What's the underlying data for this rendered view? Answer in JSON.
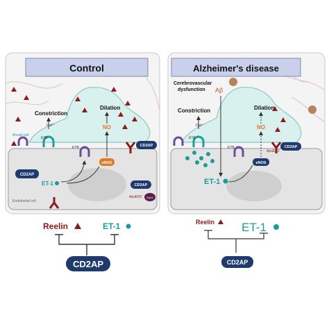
{
  "panels": {
    "left": {
      "title": "Control",
      "labels": {
        "constriction": "Constriction",
        "dilation": "Dilation",
        "ca": "Ca²⁺",
        "mural_cell": "Mural cell",
        "eta": "ETA",
        "etb": "ETB",
        "no": "NO",
        "enos": "eNOS",
        "et1": "ET-1",
        "cd2ap_box": "CD2AP",
        "cd2ap_right": "CD2AP",
        "cd2ap_bottom": "CD2AP",
        "apoer2": "ApoER2",
        "dab1": "Dab1",
        "endothelial_cell": "Endothelial cell"
      },
      "legend": {
        "reelin": "Reelin",
        "et1": "ET-1",
        "cd2ap": "CD2AP"
      }
    },
    "right": {
      "title": "Alzheimer's disease",
      "labels": {
        "cerebrovascular": "Cerebrovascular",
        "dysfunction": "dysfunction",
        "abeta": "Aβ",
        "constriction": "Constriction",
        "dilation": "Dilation",
        "ca": "Ca²⁺",
        "eta": "ETA",
        "etb": "ETB",
        "no": "NO",
        "enos": "eNOS",
        "et1": "ET-1",
        "apoer2": "ApoER2",
        "cd2ap_right": "CD2AP"
      },
      "legend": {
        "reelin": "Reelin",
        "et1": "ET-1",
        "cd2ap": "CD2AP"
      }
    }
  },
  "colors": {
    "reelin": "#8b1a1a",
    "et1": "#1a9c9c",
    "cd2ap": "#1f3a6e",
    "enos": "#e07a2b",
    "receptor": "#6b4c9a",
    "cell_fill": "#d8f0ee",
    "title_fill": "#c9d0ec"
  }
}
